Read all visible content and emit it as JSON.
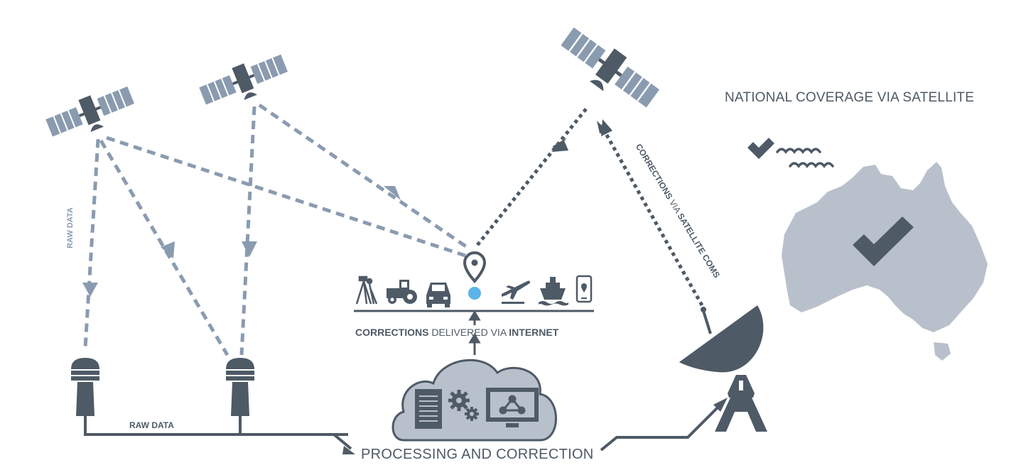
{
  "labels": {
    "national_coverage": "NATIONAL COVERAGE VIA SATELLITE",
    "processing": "PROCESSING AND CORRECTION",
    "raw_data_horizontal": "RAW DATA",
    "raw_data_vertical": "RAW DATA",
    "internet_part1": "CORRECTIONS",
    "internet_part2": " DELIVERED VIA ",
    "internet_part3": "INTERNET",
    "satcoms_part1": "CORRECTIONS",
    "satcoms_part2": " VIA ",
    "satcoms_part3": "SATELLITE COMS"
  },
  "icons": [
    "satellite-icon",
    "reference-station-icon",
    "location-pin-icon",
    "surveyor-icon",
    "tractor-icon",
    "car-icon",
    "airplane-icon",
    "ship-icon",
    "smartphone-icon",
    "cloud-icon",
    "server-icon",
    "gears-icon",
    "monitor-network-icon",
    "satellite-dish-icon",
    "australia-map-icon",
    "checkmark-icon",
    "waves-icon"
  ],
  "colors": {
    "dark": "#4e5a66",
    "light_blue_grey": "#8a9bb0",
    "map_fill": "#b8c0cb",
    "pin_dot": "#5bb3e6"
  }
}
